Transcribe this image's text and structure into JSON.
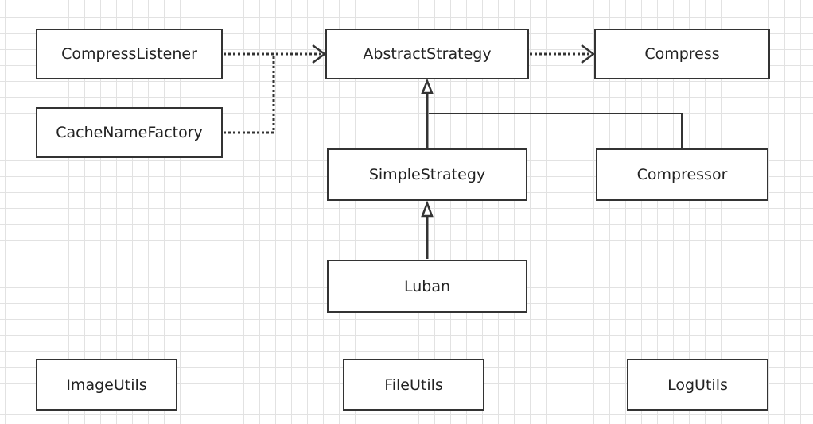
{
  "diagram": {
    "nodes": [
      {
        "id": "compress_listener",
        "label": "CompressListener"
      },
      {
        "id": "cache_name_factory",
        "label": "CacheNameFactory"
      },
      {
        "id": "abstract_strategy",
        "label": "AbstractStrategy"
      },
      {
        "id": "compress",
        "label": "Compress"
      },
      {
        "id": "simple_strategy",
        "label": "SimpleStrategy"
      },
      {
        "id": "compressor",
        "label": "Compressor"
      },
      {
        "id": "luban",
        "label": "Luban"
      },
      {
        "id": "image_utils",
        "label": "ImageUtils"
      },
      {
        "id": "file_utils",
        "label": "FileUtils"
      },
      {
        "id": "log_utils",
        "label": "LogUtils"
      }
    ],
    "edges": [
      {
        "from": "compress_listener",
        "to": "abstract_strategy",
        "style": "dotted",
        "arrow": "open"
      },
      {
        "from": "cache_name_factory",
        "to": "abstract_strategy",
        "style": "dotted",
        "arrow": "open"
      },
      {
        "from": "abstract_strategy",
        "to": "compress",
        "style": "dotted",
        "arrow": "open"
      },
      {
        "from": "simple_strategy",
        "to": "abstract_strategy",
        "style": "solid",
        "arrow": "hollow-triangle"
      },
      {
        "from": "compressor",
        "to": "abstract_strategy",
        "style": "solid",
        "arrow": "hollow-triangle"
      },
      {
        "from": "luban",
        "to": "simple_strategy",
        "style": "solid",
        "arrow": "hollow-triangle"
      }
    ]
  }
}
